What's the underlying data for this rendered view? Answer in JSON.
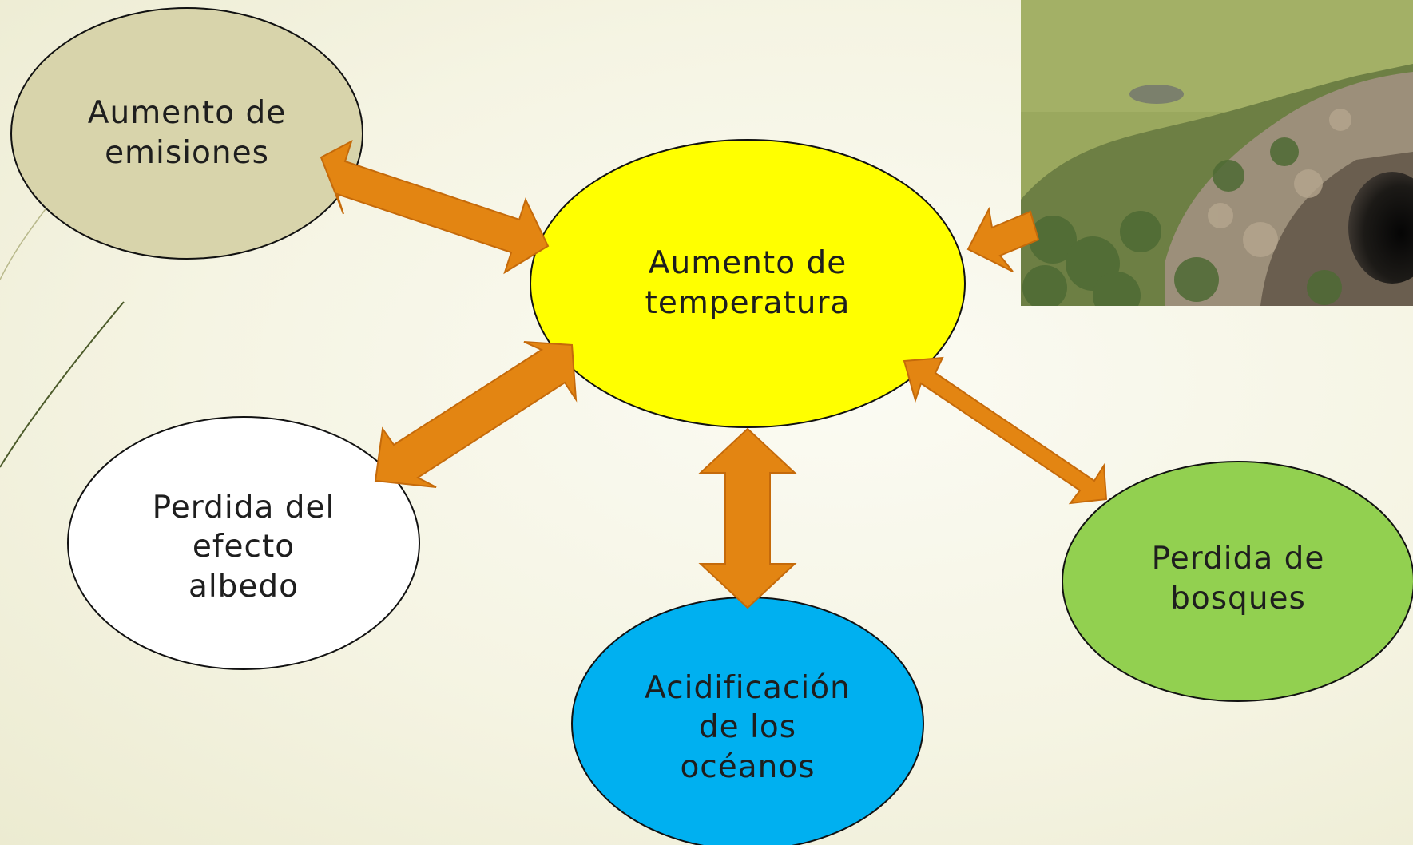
{
  "slide": {
    "background": "#f5f4e3"
  },
  "nodes": {
    "center": {
      "line1": "Aumento de",
      "line2": "temperatura",
      "fill": "#ffff00"
    },
    "emisiones": {
      "line1": "Aumento de",
      "line2": "emisiones",
      "fill": "#d8d4ab"
    },
    "albedo": {
      "line1": "Perdida del",
      "line2": "efecto",
      "line3": "albedo",
      "fill": "#ffffff"
    },
    "oceanos": {
      "line1": "Acidificación",
      "line2": "de los",
      "line3": "océanos",
      "fill": "#00b0f0"
    },
    "bosques": {
      "line1": "Perdida de",
      "line2": "bosques",
      "fill": "#92d050"
    }
  },
  "arrows": {
    "fill": "#e38512",
    "stroke": "#c56a0a"
  },
  "photo": {
    "subject": "permafrost-crater-photo"
  }
}
